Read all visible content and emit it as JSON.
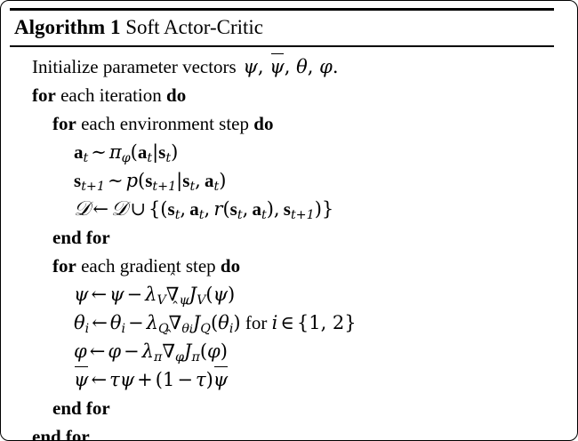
{
  "algorithm": {
    "label": "Algorithm 1",
    "title": "Soft Actor-Critic",
    "lines": [
      {
        "id": "initialize",
        "indent": 1,
        "text": "Initialize parameter vectors ψ, ψ̄, θ, φ."
      },
      {
        "id": "for-each-iteration",
        "indent": 1,
        "text": "for each iteration do"
      },
      {
        "id": "for-each-environment-step",
        "indent": 2,
        "text": "for each environment step do"
      },
      {
        "id": "sample-action",
        "indent": 3,
        "text": "a_t ~ π_φ(a_t|s_t)"
      },
      {
        "id": "sample-next-state",
        "indent": 3,
        "text": "s_{t+1} ~ p(s_{t+1}|s_t, a_t)"
      },
      {
        "id": "update-replay-buffer",
        "indent": 3,
        "text": "D ← D ∪ {(s_t, a_t, r(s_t, a_t), s_{t+1})}"
      },
      {
        "id": "end-for-environment-step",
        "indent": 2,
        "text": "end for"
      },
      {
        "id": "for-each-gradient-step",
        "indent": 2,
        "text": "for each gradient step do"
      },
      {
        "id": "update-psi",
        "indent": 3,
        "text": "ψ ← ψ − λ_V ∇̂_ψ J_V(ψ)"
      },
      {
        "id": "update-theta",
        "indent": 3,
        "text": "θ_i ← θ_i − λ_Q ∇̂_{θ_i} J_Q(θ_i) for i ∈ {1, 2}"
      },
      {
        "id": "update-phi",
        "indent": 3,
        "text": "φ ← φ − λ_π ∇̂_φ J_π(φ)"
      },
      {
        "id": "update-target-psi",
        "indent": 3,
        "text": "ψ̄ ← τψ + (1 − τ)ψ̄"
      },
      {
        "id": "end-for-gradient-step",
        "indent": 2,
        "text": "end for"
      },
      {
        "id": "end-for-iteration",
        "indent": 1,
        "text": "end for"
      }
    ],
    "keywords": {
      "for": "for",
      "do": "do",
      "end_for": "end for"
    },
    "phrases": {
      "initialize_prefix": "Initialize parameter vectors",
      "each_iteration": "each iteration",
      "each_environment_step": "each environment step",
      "each_gradient_step": "each gradient step",
      "for_i_in": "for"
    },
    "symbols": {
      "psi": "ψ",
      "theta": "θ",
      "phi": "φ",
      "tau": "τ",
      "pi": "π",
      "lambda": "λ",
      "nabla": "∇",
      "hat": "ˆ",
      "sim": "∼",
      "leftarrow": "←",
      "cup": "∪",
      "in": "∈",
      "minus": "−",
      "plus": "+",
      "D": "𝒟",
      "J": "J",
      "V": "V",
      "Q": "Q",
      "p": "p",
      "r": "r",
      "i": "i",
      "t": "t",
      "one": "1",
      "two": "2",
      "index_set": "{1, 2}"
    }
  }
}
